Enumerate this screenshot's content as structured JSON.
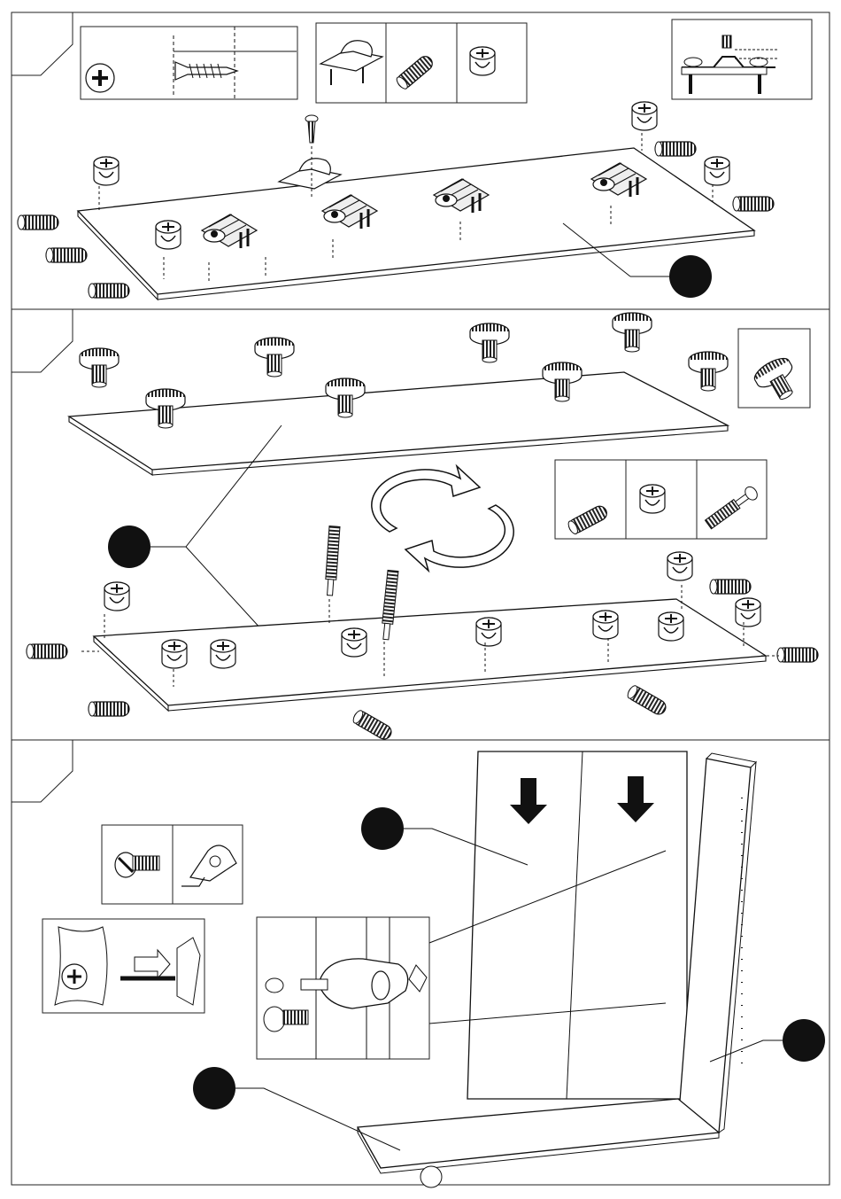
{
  "document": {
    "type": "furniture-assembly-instructions",
    "page_number": "",
    "colors": {
      "line": "#1a1a1a",
      "fill_dark": "#111111",
      "paper": "#ffffff",
      "panel_fill": "#f7f7f7"
    }
  },
  "steps": [
    {
      "id": "step-1",
      "number": "",
      "callout_part": "",
      "hardware_icons": [
        "screw-depth-icon",
        "shelf-support-icon",
        "wooden-dowel-icon",
        "cam-lock-icon",
        "shelf-bracket-icon"
      ]
    },
    {
      "id": "step-2",
      "number": "",
      "callout_part": "",
      "hardware_icons": [
        "adjustable-foot-icon",
        "wooden-dowel-icon",
        "cam-lock-icon",
        "cam-bolt-icon"
      ],
      "symbol": "rotate-panel-icon"
    },
    {
      "id": "step-3",
      "number": "",
      "callout_parts": [
        "",
        "",
        ""
      ],
      "hardware_icons": [
        "screw-icon",
        "hinge-bracket-icon",
        "cam-tighten-icon"
      ]
    }
  ]
}
